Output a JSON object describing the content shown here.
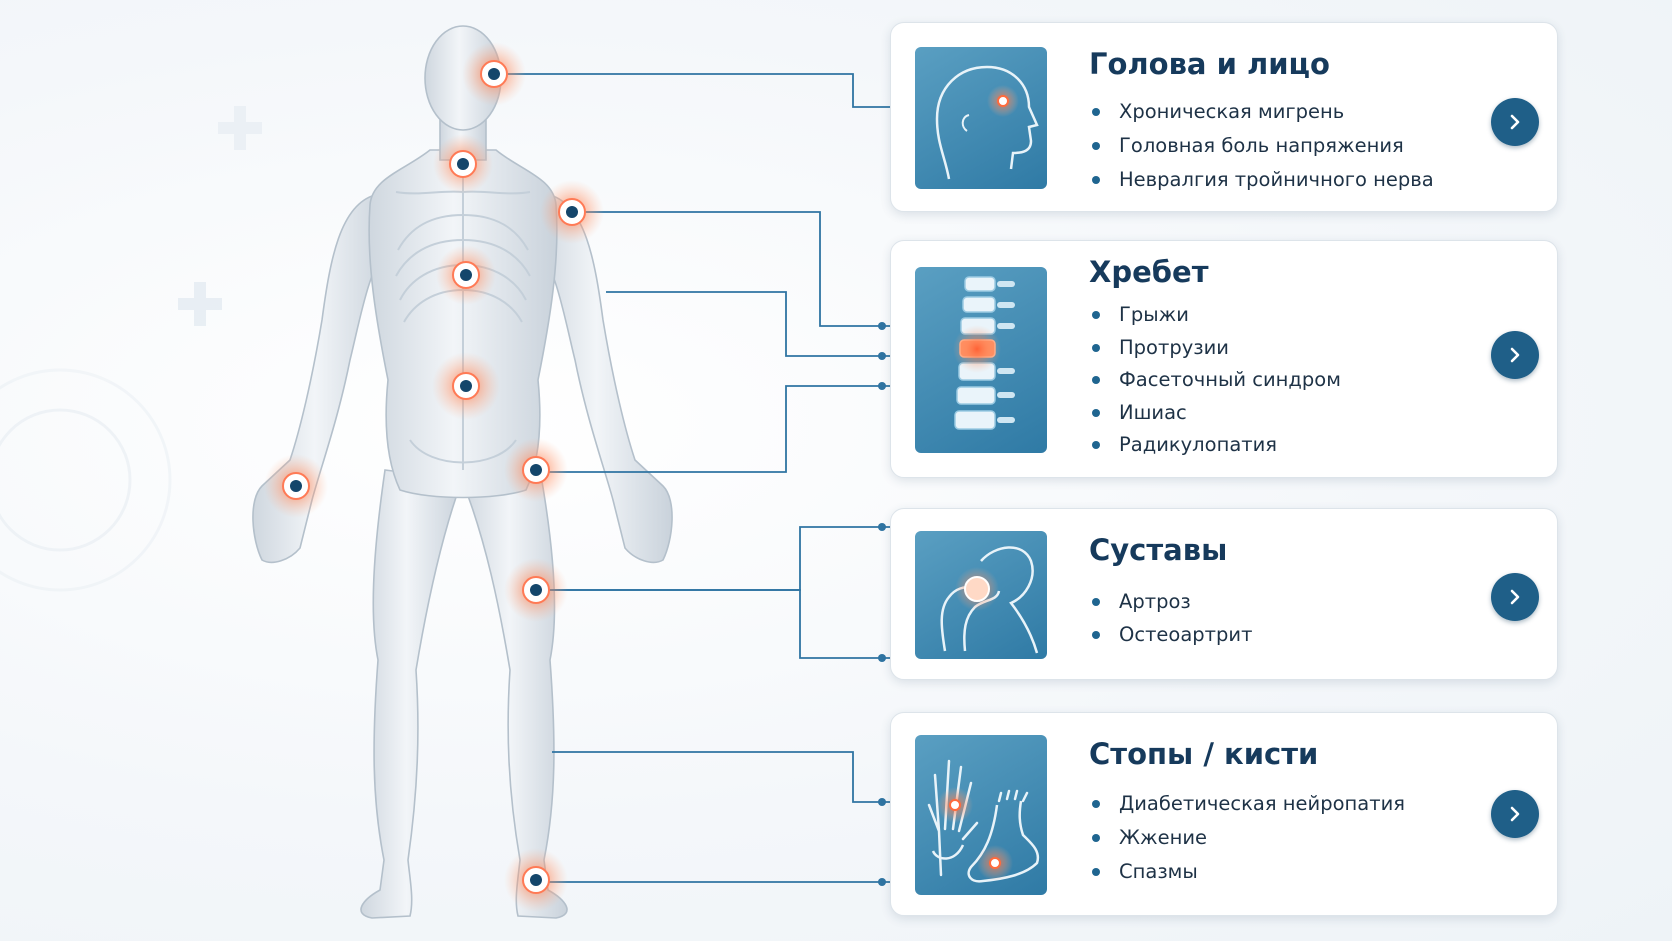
{
  "colors": {
    "accent": "#1f5f88",
    "title": "#163a5c",
    "connector": "#2f74a2",
    "pain": "#ff7a55",
    "marker": "#14466b"
  },
  "icons": {
    "head": "head-profile-icon",
    "spine": "spine-icon",
    "joint": "hip-joint-icon",
    "feet_hands": "hand-and-foot-icon",
    "button": "chevron-right-icon"
  },
  "sections": [
    {
      "title": "Голова и лицо",
      "items": [
        "Хроническая мигрень",
        "Головная боль напряжения",
        "Невралгия тройничного нерва"
      ]
    },
    {
      "title": "Хребет",
      "items": [
        "Грыжи",
        "Протрузии",
        "Фасеточный синдром",
        "Ишиас",
        "Радикулопатия"
      ]
    },
    {
      "title": "Суставы",
      "items": [
        "Артроз",
        "Остеоартрит"
      ]
    },
    {
      "title": "Стопы / кисти",
      "items": [
        "Диабетическая нейропатия",
        "Жжение",
        "Спазмы"
      ]
    }
  ]
}
